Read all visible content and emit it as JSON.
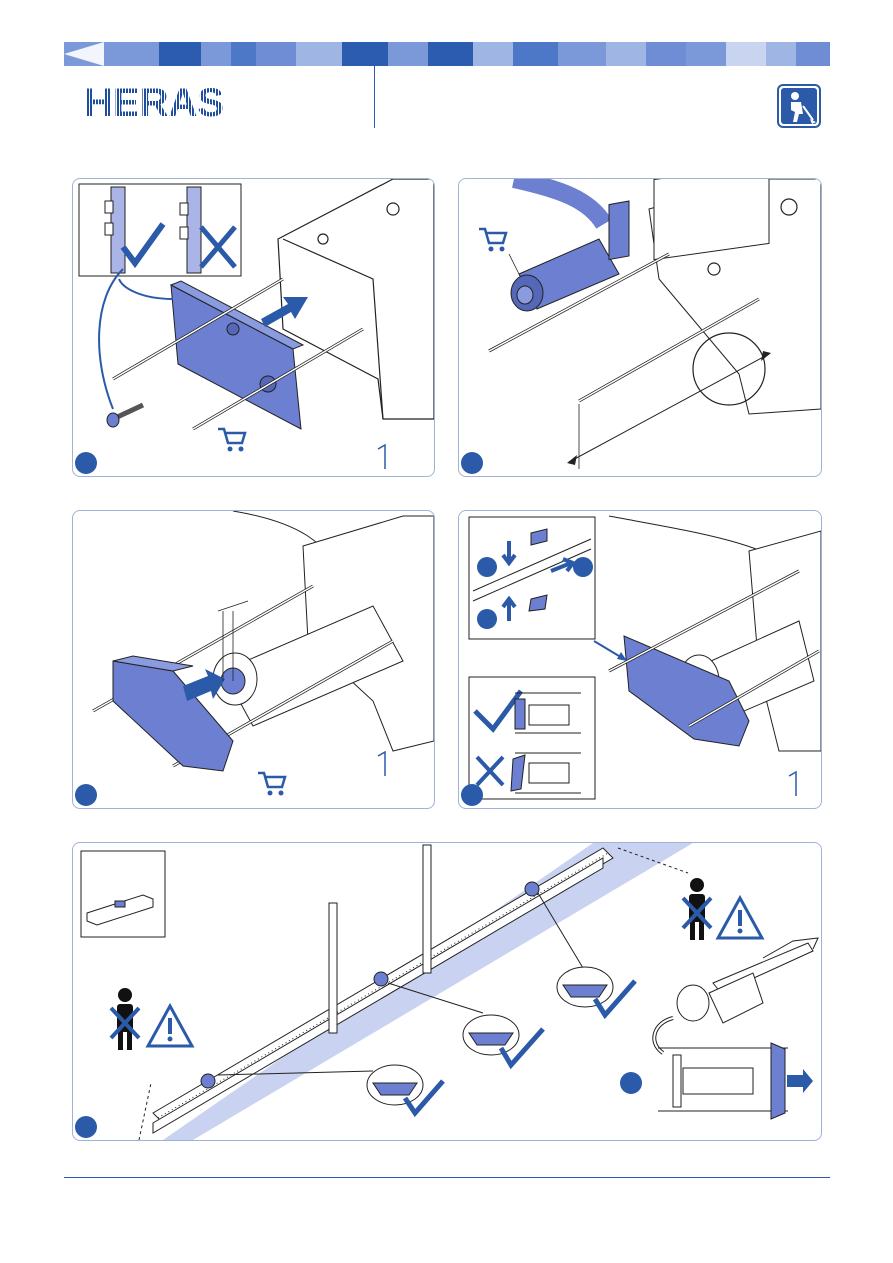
{
  "header": {
    "logo_text": "HERAS",
    "worker_icon": "worker-shovel-icon",
    "band_colors": [
      "#2b5cb0",
      "#4d78c8",
      "#7b98d8",
      "#9fb5e4",
      "#c8d4f0"
    ]
  },
  "panels": [
    {
      "id": "step-1",
      "icons": [
        "check-icon",
        "cross-icon",
        "cart-icon"
      ]
    },
    {
      "id": "step-2",
      "icons": [
        "cart-icon"
      ]
    },
    {
      "id": "step-3",
      "icons": [
        "cart-icon"
      ]
    },
    {
      "id": "step-4",
      "icons": [
        "check-icon",
        "cross-icon"
      ]
    },
    {
      "id": "step-5",
      "icons": [
        "spirit-level-icon",
        "no-person-icon",
        "warning-icon",
        "check-icon",
        "hydraulic-pump-icon"
      ]
    }
  ],
  "colors": {
    "accent": "#2a5aa8",
    "part_fill": "#6c7fd0",
    "light": "#c9d2f0"
  }
}
